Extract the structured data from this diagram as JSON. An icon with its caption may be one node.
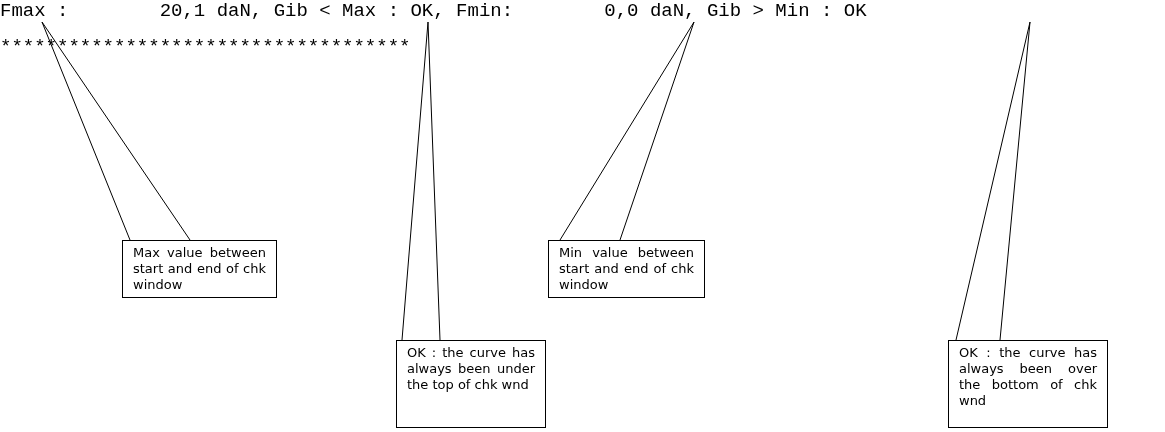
{
  "diagram": {
    "nodes": [
      {
        "text": [
          "Max value between start and end of chk window"
        ]
      },
      {
        "text": [
          "Min value between start and end of chk window"
        ]
      },
      {
        "text": [
          "OK : the curve has always been under the top of chk wnd"
        ]
      },
      {
        "text": [
          "OK : the curve has always been over the bottom of chk wnd"
        ]
      }
    ],
    "edges": [
      {
        "from": 0,
        "to": null,
        "arrow": "none"
      },
      {
        "from": 1,
        "to": null,
        "arrow": "none"
      },
      {
        "from": 2,
        "to": null,
        "arrow": "none"
      },
      {
        "from": 3,
        "to": null,
        "arrow": "none"
      }
    ],
    "labels": [
      "Fmax :        20,1 daN, Gib < Max : OK, Fmin:        0,0 daN, Gib > Min : OK",
      "************************************"
    ]
  }
}
